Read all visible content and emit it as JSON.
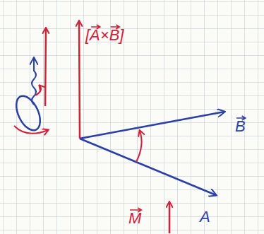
{
  "diagram": {
    "labels": [
      "[A×B]",
      "B",
      "A",
      "M"
    ]
  }
}
